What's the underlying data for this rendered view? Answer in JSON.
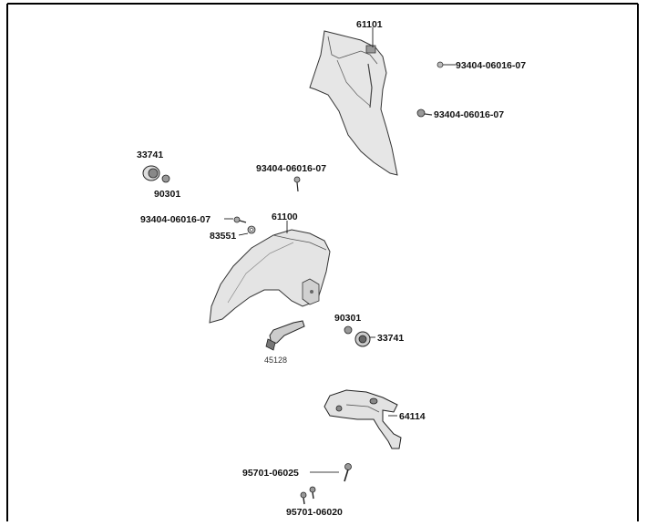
{
  "parts": {
    "p61101": "61101",
    "p93404_a": "93404-06016-07",
    "p93404_b": "93404-06016-07",
    "p33741_a": "33741",
    "p90301_a": "90301",
    "p93404_c": "93404-06016-07",
    "p93404_d": "93404-06016-07",
    "p61100": "61100",
    "p83551": "83551",
    "p90301_b": "90301",
    "p33741_b": "33741",
    "p45128": "45128",
    "p64114": "64114",
    "p95701_a": "95701-06025",
    "p95701_b": "95701-06020"
  }
}
